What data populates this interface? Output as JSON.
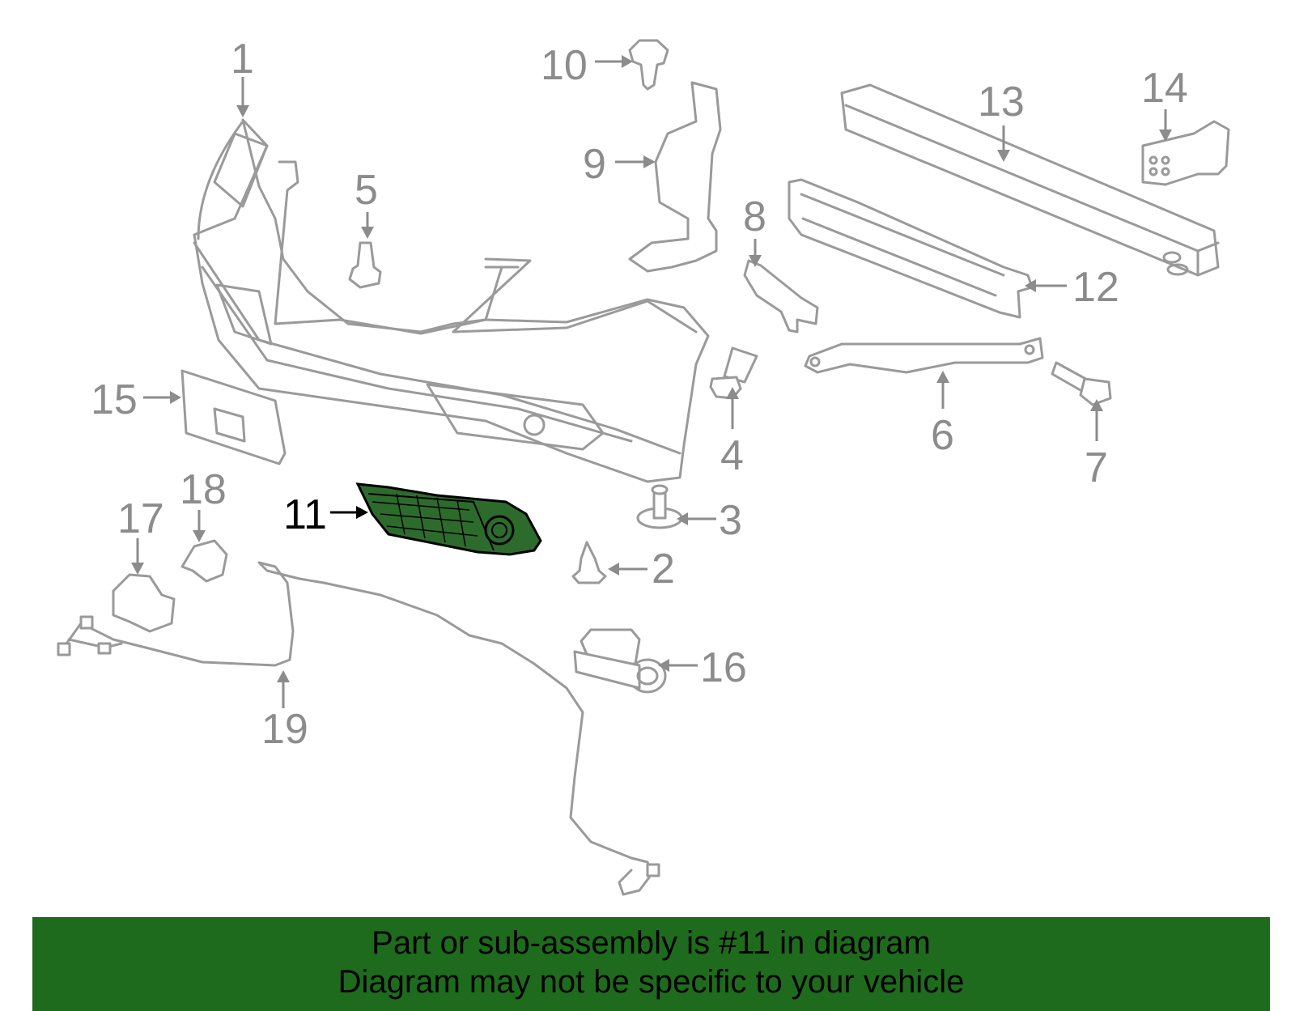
{
  "diagram": {
    "highlight_color": "#2d6b2d",
    "banner_color": "#1e6b1e",
    "callouts": [
      {
        "id": "1",
        "text": "1",
        "highlighted": false
      },
      {
        "id": "2",
        "text": "2",
        "highlighted": false
      },
      {
        "id": "3",
        "text": "3",
        "highlighted": false
      },
      {
        "id": "4",
        "text": "4",
        "highlighted": false
      },
      {
        "id": "5",
        "text": "5",
        "highlighted": false
      },
      {
        "id": "6",
        "text": "6",
        "highlighted": false
      },
      {
        "id": "7",
        "text": "7",
        "highlighted": false
      },
      {
        "id": "8",
        "text": "8",
        "highlighted": false
      },
      {
        "id": "9",
        "text": "9",
        "highlighted": false
      },
      {
        "id": "10",
        "text": "10",
        "highlighted": false
      },
      {
        "id": "11",
        "text": "11",
        "highlighted": true
      },
      {
        "id": "12",
        "text": "12",
        "highlighted": false
      },
      {
        "id": "13",
        "text": "13",
        "highlighted": false
      },
      {
        "id": "14",
        "text": "14",
        "highlighted": false
      },
      {
        "id": "15",
        "text": "15",
        "highlighted": false
      },
      {
        "id": "16",
        "text": "16",
        "highlighted": false
      },
      {
        "id": "17",
        "text": "17",
        "highlighted": false
      },
      {
        "id": "18",
        "text": "18",
        "highlighted": false
      },
      {
        "id": "19",
        "text": "19",
        "highlighted": false
      }
    ]
  },
  "banner": {
    "line1": "Part or sub-assembly is #11 in diagram",
    "line2": "Diagram may not be specific to your vehicle"
  }
}
